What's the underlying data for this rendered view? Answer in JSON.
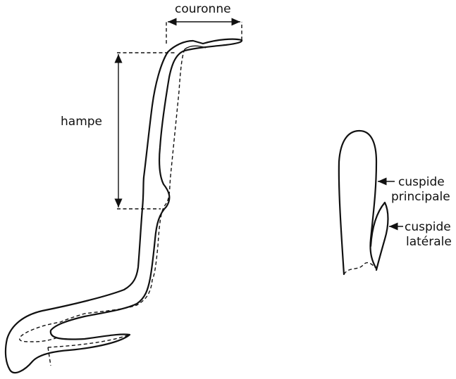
{
  "figure": {
    "labels": {
      "couronne": "couronne",
      "hampe": "hampe",
      "cuspide_principale_line1": "cuspide",
      "cuspide_principale_line2": "principale",
      "cuspide_laterale_line1": "cuspide",
      "cuspide_laterale_line2": "latérale"
    }
  }
}
